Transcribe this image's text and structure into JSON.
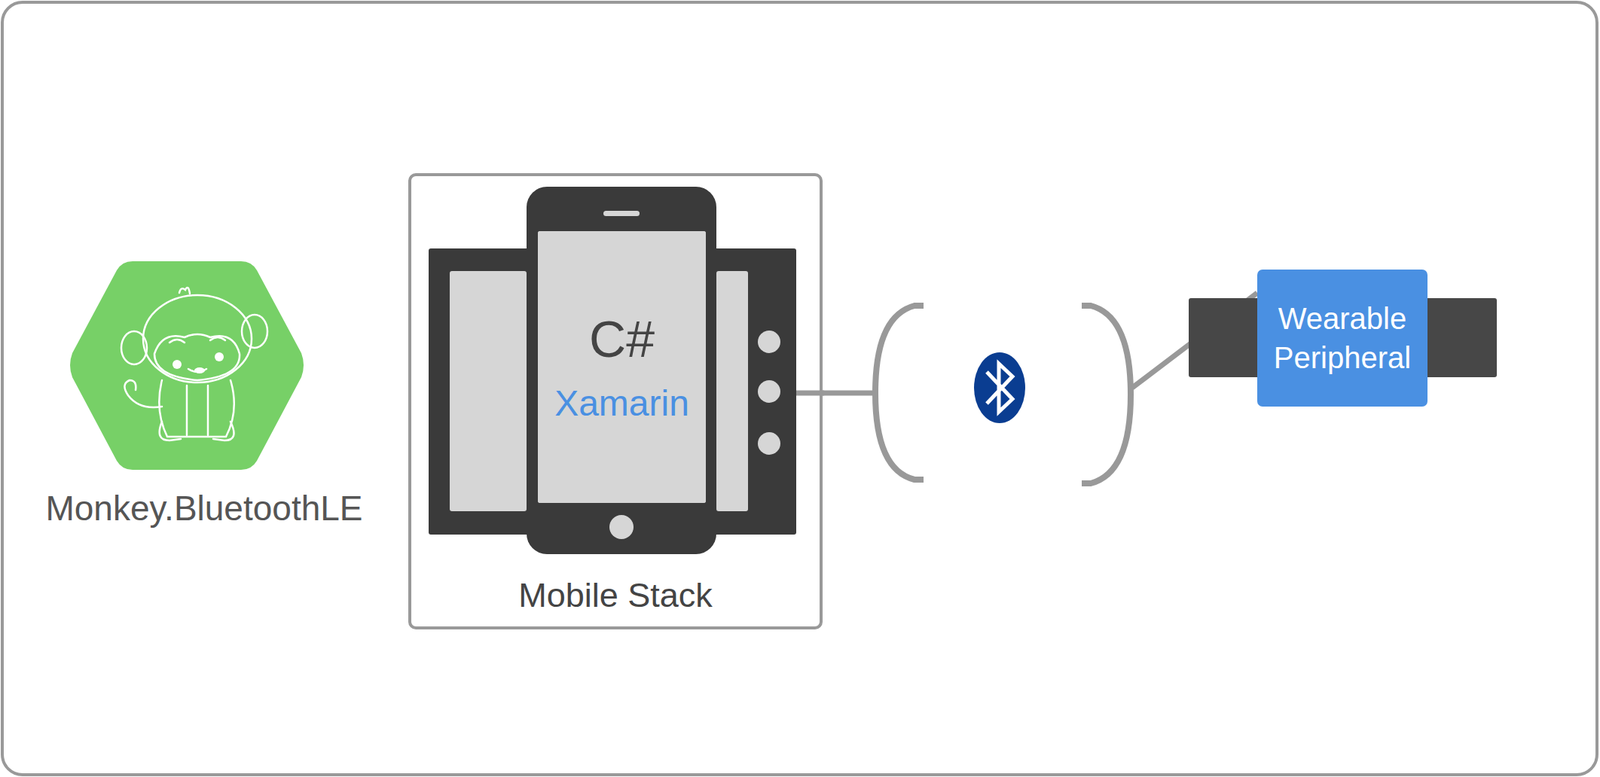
{
  "diagram": {
    "nodes": [
      {
        "text": [
          "Mobile Stack"
        ]
      },
      {
        "text": [
          "C#",
          "Xamarin"
        ],
        "in": 0
      },
      {
        "text": [
          "Wearable Peripheral"
        ]
      }
    ],
    "edges": [
      {
        "from": 0,
        "to": 2,
        "arrow": "none"
      }
    ],
    "labels": [
      "Monkey.BluetoothLE"
    ]
  }
}
